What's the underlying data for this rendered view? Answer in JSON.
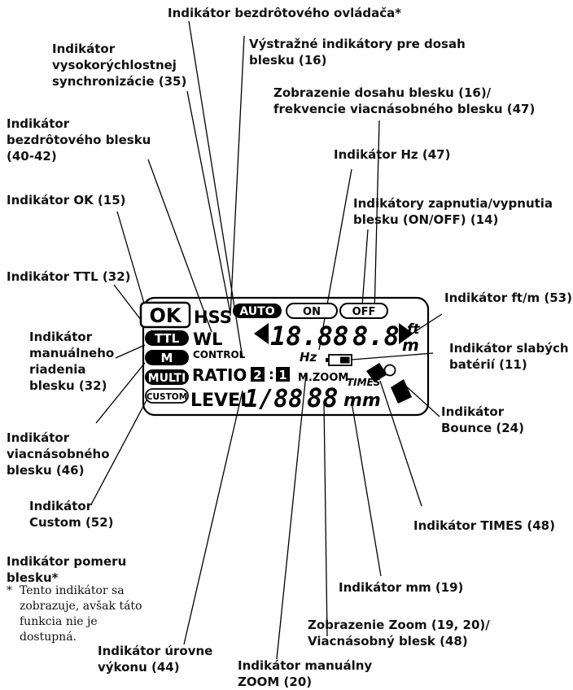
{
  "labels": {
    "wireless_controller": "Indikátor bezdrôtového ovládača*",
    "flash_range_warning": "Výstražné indikátory pre dosah\nblesku (16)",
    "hss": "Indikátor\nvysokorýchlostnej\nsynchronizácie (35)",
    "flash_range_display": "Zobrazenie dosahu blesku (16)/\nfrekvencie viacnásobného blesku (47)",
    "wireless_flash": "Indikátor\nbezdrôtového blesku\n(40-42)",
    "hz": "Indikátor Hz (47)",
    "ok": "Indikátor OK (15)",
    "on_off": "Indikátory zapnutia/vypnutia\nblesku (ON/OFF) (14)",
    "ttl": "Indikátor TTL (32)",
    "ftm": "Indikátor ft/m (53)",
    "manual_flash": "Indikátor\nmanuálneho\nriadenia\nblesku (32)",
    "low_battery": "Indikátor slabých\nbatérií (11)",
    "multi_flash": "Indikátor\nviacnásobného\nblesku (46)",
    "bounce": "Indikátor\nBounce (24)",
    "custom": "Indikátor\nCustom (52)",
    "times": "Indikátor TIMES (48)",
    "ratio": "Indikátor pomeru\nblesku*",
    "mm": "Indikátor mm (19)",
    "zoom_display": "Zobrazenie Zoom (19, 20)/\nViacnásobný blesk (48)",
    "level": "Indikátor úrovne\nvýkonu (44)",
    "manual_zoom": "Indikátor manuálny\nZOOM (20)"
  },
  "footnote": {
    "marker": "*",
    "text": "Tento indikátor sa\nzobrazuje, avšak táto\nfunkcia nie je\ndostupná."
  },
  "lcd": {
    "ok": "OK",
    "hss": "HSS",
    "auto": "AUTO",
    "on": "ON",
    "off": "OFF",
    "ttl": "TTL",
    "m": "M",
    "multi": "MULTI",
    "custom": "CUSTOM",
    "wl": "WL",
    "control": "CONTROL",
    "ratio": "RATIO",
    "ratio_a": "2",
    "ratio_colon": ":",
    "ratio_b": "1",
    "level": "LEVEL",
    "level_value": "1/88",
    "mzoom": "M.ZOOM",
    "range_digits": "18.88",
    "range_digits_b": "8.8",
    "hz": "Hz",
    "ft": "ft",
    "m_unit": "m",
    "zoom_digits": "88",
    "times": "TIMES",
    "mm": "mm"
  }
}
